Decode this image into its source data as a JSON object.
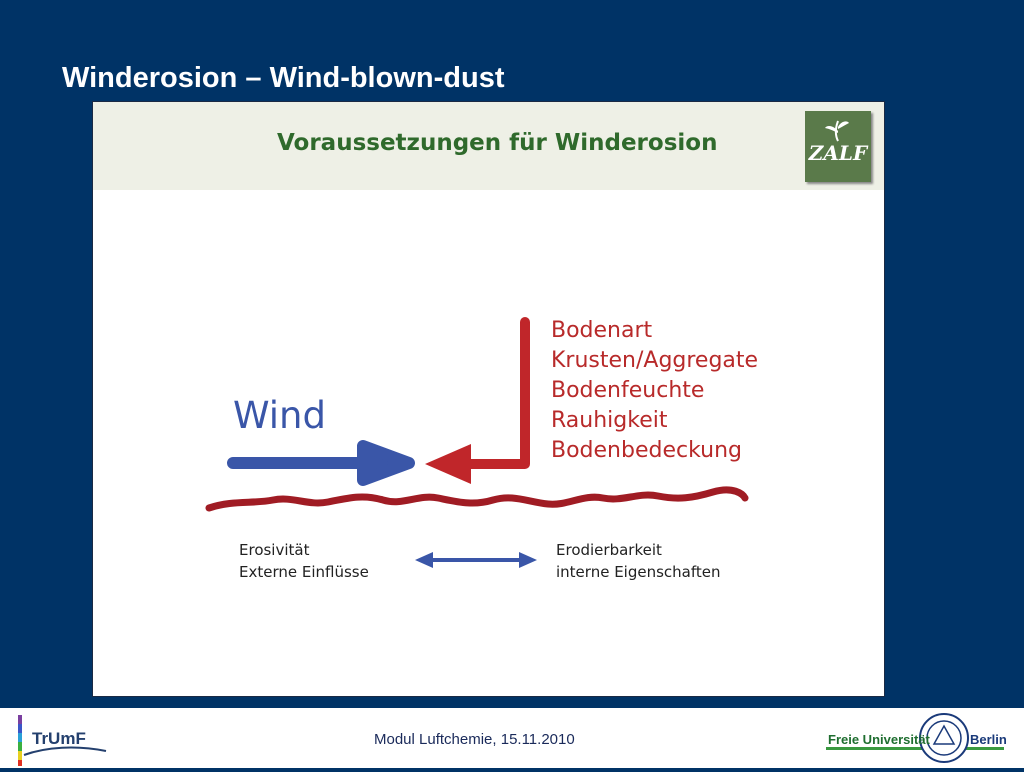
{
  "slide": {
    "title": "Winderosion – Wind-blown-dust"
  },
  "picture": {
    "header_title": "Voraussetzungen für Winderosion",
    "logo_text": "ZALF",
    "wind_label": "Wind",
    "soil_factors": [
      "Bodenart",
      "Krusten/Aggregate",
      "Bodenfeuchte",
      "Rauhigkeit",
      "Bodenbedeckung"
    ],
    "caption_left": [
      "Erosivität",
      "Externe Einflüsse"
    ],
    "caption_right": [
      "Erodierbarkeit",
      "interne Eigenschaften"
    ]
  },
  "footer": {
    "left_logo_text": "TrUmF",
    "center_text": "Modul Luftchemie, 15.11.2010",
    "right_logo_left": "Freie Universität",
    "right_logo_right": "Berlin"
  },
  "colors": {
    "background": "#003366",
    "wind_blue": "#3a56a8",
    "factor_red": "#b82a2a",
    "header_green": "#2f6a2c"
  }
}
